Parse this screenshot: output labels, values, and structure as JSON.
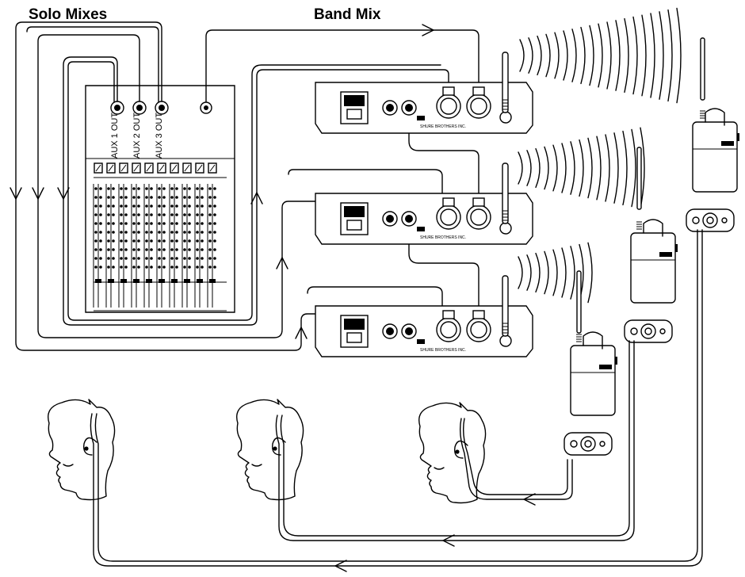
{
  "titles": {
    "solo_mixes": "Solo Mixes",
    "band_mix": "Band Mix"
  },
  "mixer": {
    "aux_outputs": [
      "AUX 1 OUT",
      "AUX 2 OUT",
      "AUX 3 OUT"
    ]
  },
  "transmitter": {
    "brand_text": "SHURE BROTHERS INC."
  },
  "counts": {
    "transmitters": 3,
    "bodypack_receivers": 3,
    "listeners": 3,
    "mixer_channels": 10
  }
}
